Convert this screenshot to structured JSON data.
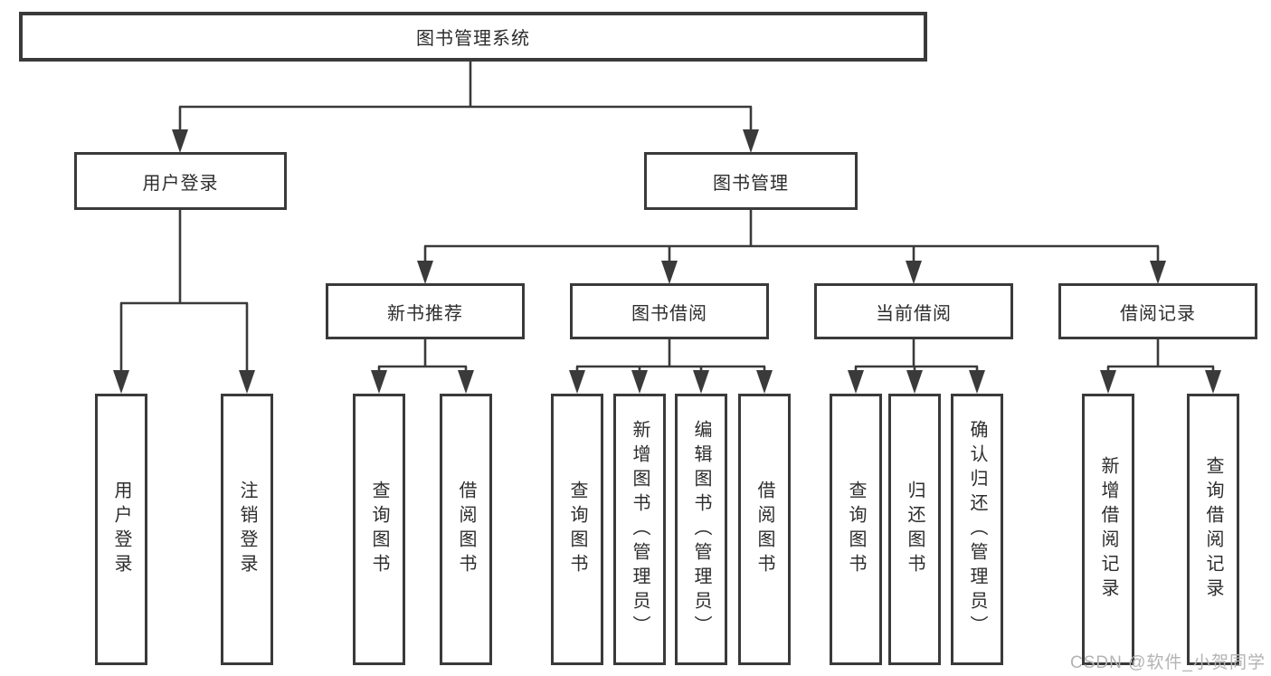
{
  "tree": {
    "root": {
      "label": "图书管理系统"
    },
    "children": [
      {
        "label": "用户登录",
        "children": [
          {
            "label": "用户登录"
          },
          {
            "label": "注销登录"
          }
        ]
      },
      {
        "label": "图书管理",
        "children": [
          {
            "label": "新书推荐",
            "children": [
              {
                "label": "查询图书"
              },
              {
                "label": "借阅图书"
              }
            ]
          },
          {
            "label": "图书借阅",
            "children": [
              {
                "label": "查询图书"
              },
              {
                "label": "新增图书（管理员）"
              },
              {
                "label": "编辑图书（管理员）"
              },
              {
                "label": "借阅图书"
              }
            ]
          },
          {
            "label": "当前借阅",
            "children": [
              {
                "label": "查询图书"
              },
              {
                "label": "归还图书"
              },
              {
                "label": "确认归还（管理员）"
              }
            ]
          },
          {
            "label": "借阅记录",
            "children": [
              {
                "label": "新增借阅记录"
              },
              {
                "label": "查询借阅记录"
              }
            ]
          }
        ]
      }
    ]
  },
  "watermark": "CSDN @软件_小贺同学",
  "colors": {
    "line": "#3a3a3a",
    "text": "#2d2d2d",
    "watermark": "#b3b3b3",
    "background": "#ffffff"
  }
}
